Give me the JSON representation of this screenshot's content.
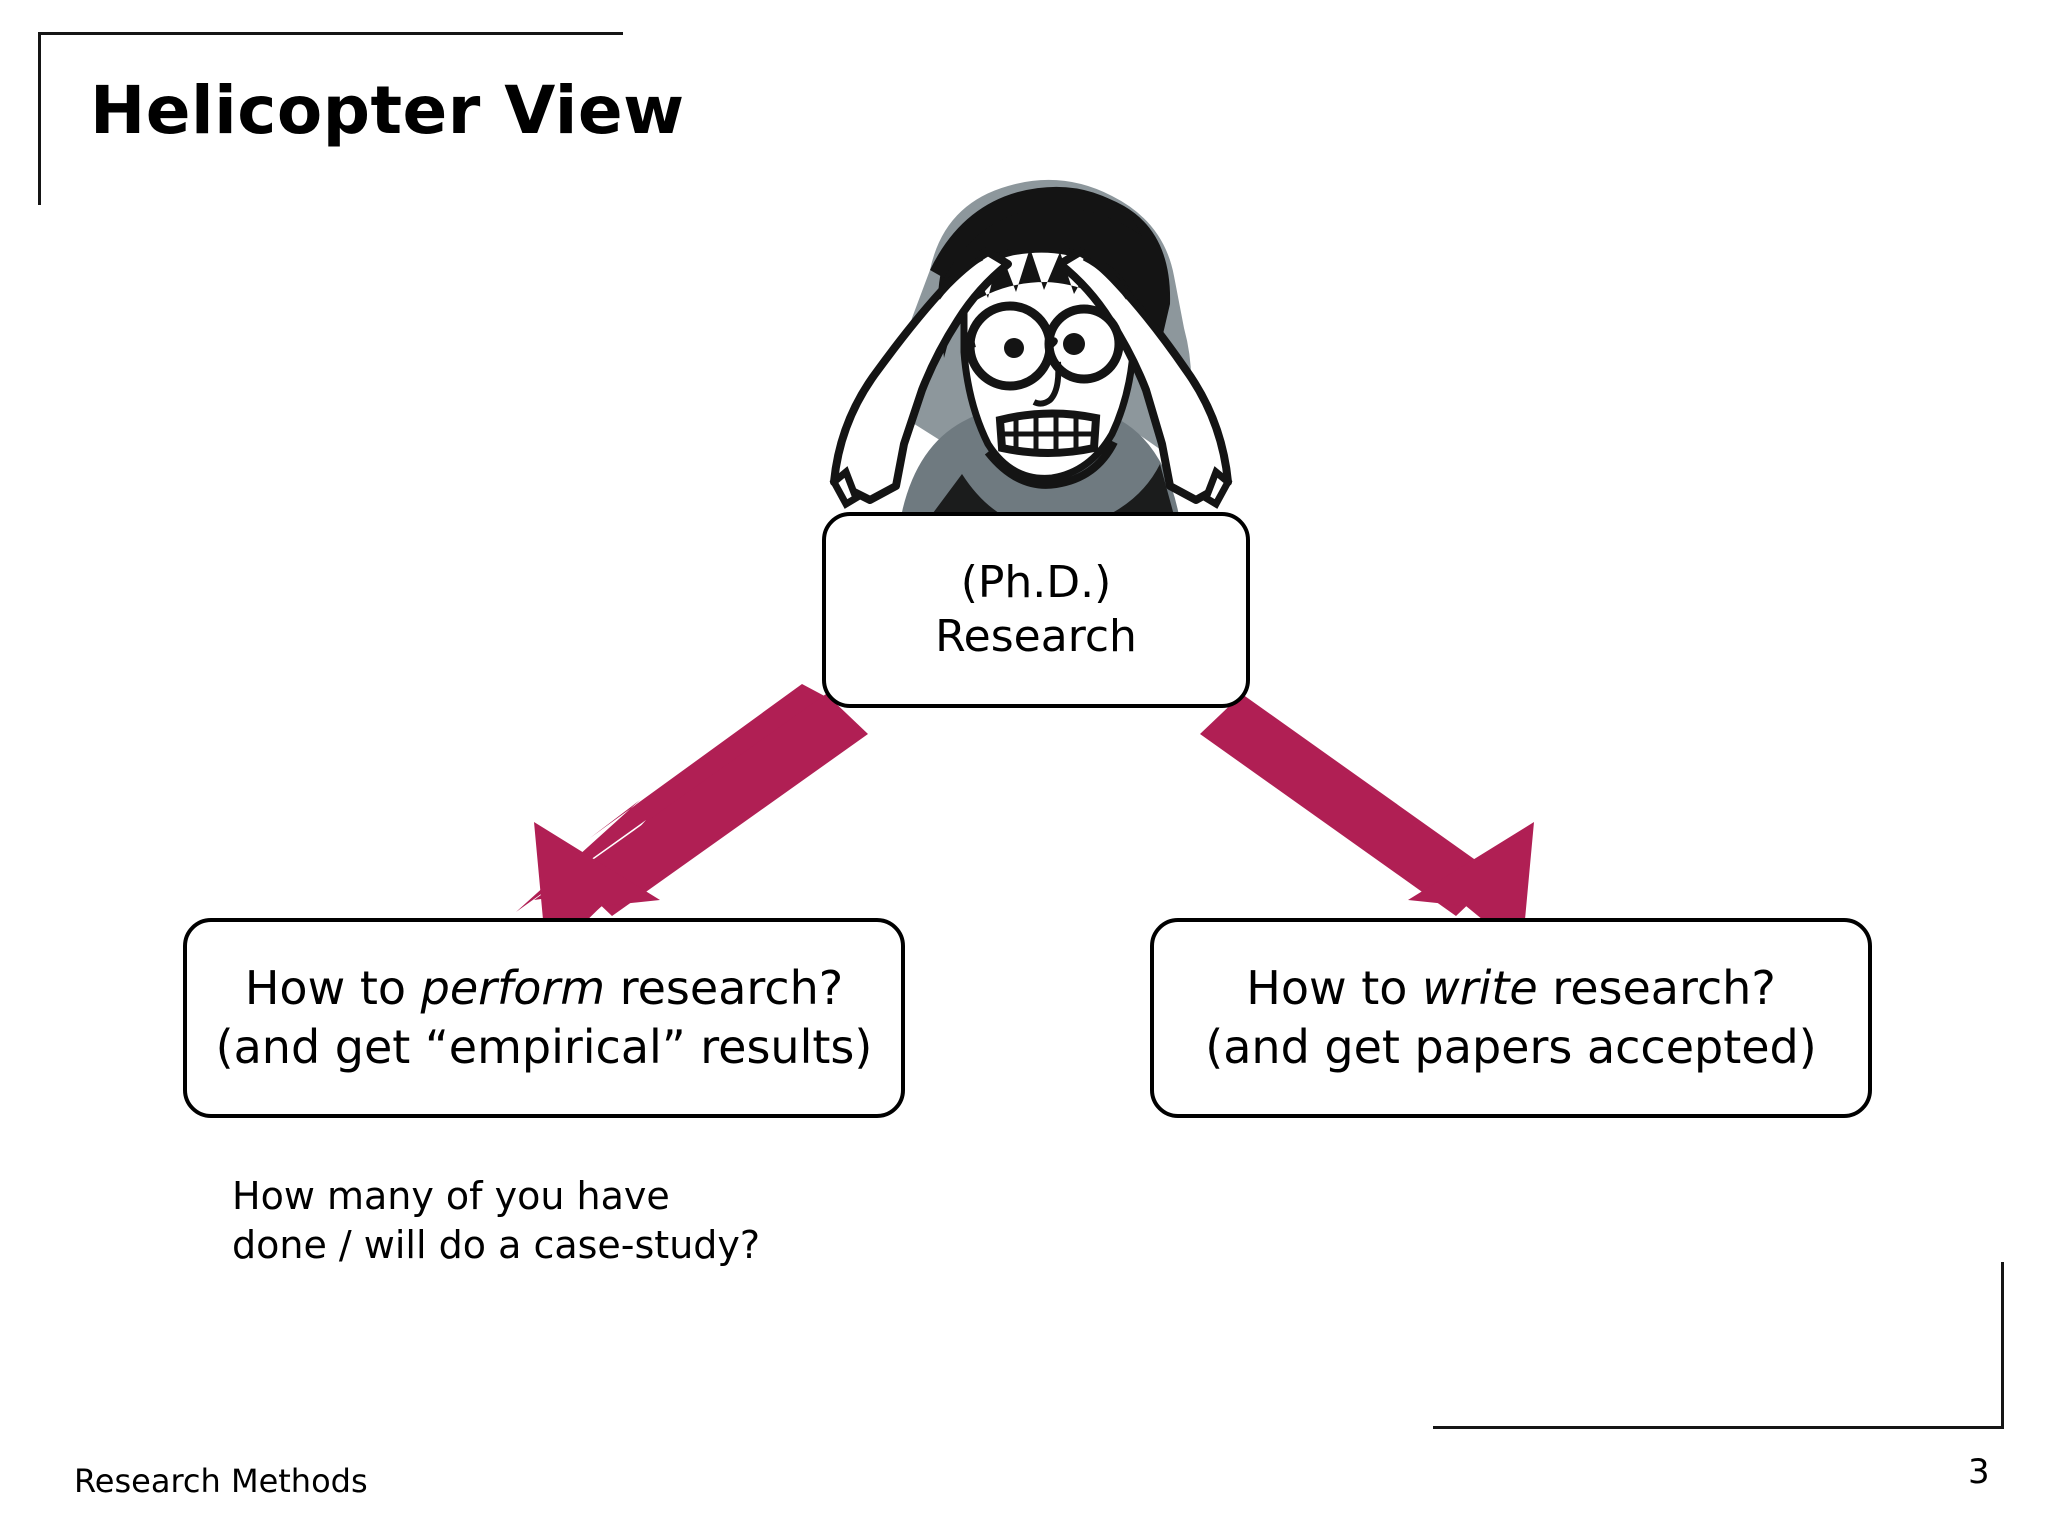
{
  "slide": {
    "title": "Helicopter View",
    "background_color": "#ffffff",
    "accent_color": "#B01F54",
    "line_color": "#000000"
  },
  "illustration": {
    "name": "stressed-person-hands-on-head",
    "description": "Cartoon person with glasses and messy hair holding head in panic",
    "colors": {
      "outline": "#141414",
      "shirt_gray": "#7f8a8f",
      "hair_shadow_gray": "#8d979c",
      "skin": "#ffffff"
    }
  },
  "diagram": {
    "root_box": {
      "lines": [
        "(Ph.D.)",
        "Research"
      ]
    },
    "left_box": {
      "line1_pre": "How to ",
      "line1_em": "perform",
      "line1_post": " research?",
      "line2": "(and get “empirical” results)"
    },
    "right_box": {
      "line1_pre": "How to ",
      "line1_em": "write",
      "line1_post": " research?",
      "line2": "(and get papers accepted)"
    },
    "arrows": [
      {
        "name": "arrow-to-left-box",
        "color": "#B01F54",
        "direction": "down-left"
      },
      {
        "name": "arrow-to-right-box",
        "color": "#B01F54",
        "direction": "down-right"
      }
    ]
  },
  "caption": {
    "line1": "How many of you have",
    "line2": "done / will do a case-study?"
  },
  "footer": {
    "subject": "Research Methods",
    "page_number": "3"
  }
}
